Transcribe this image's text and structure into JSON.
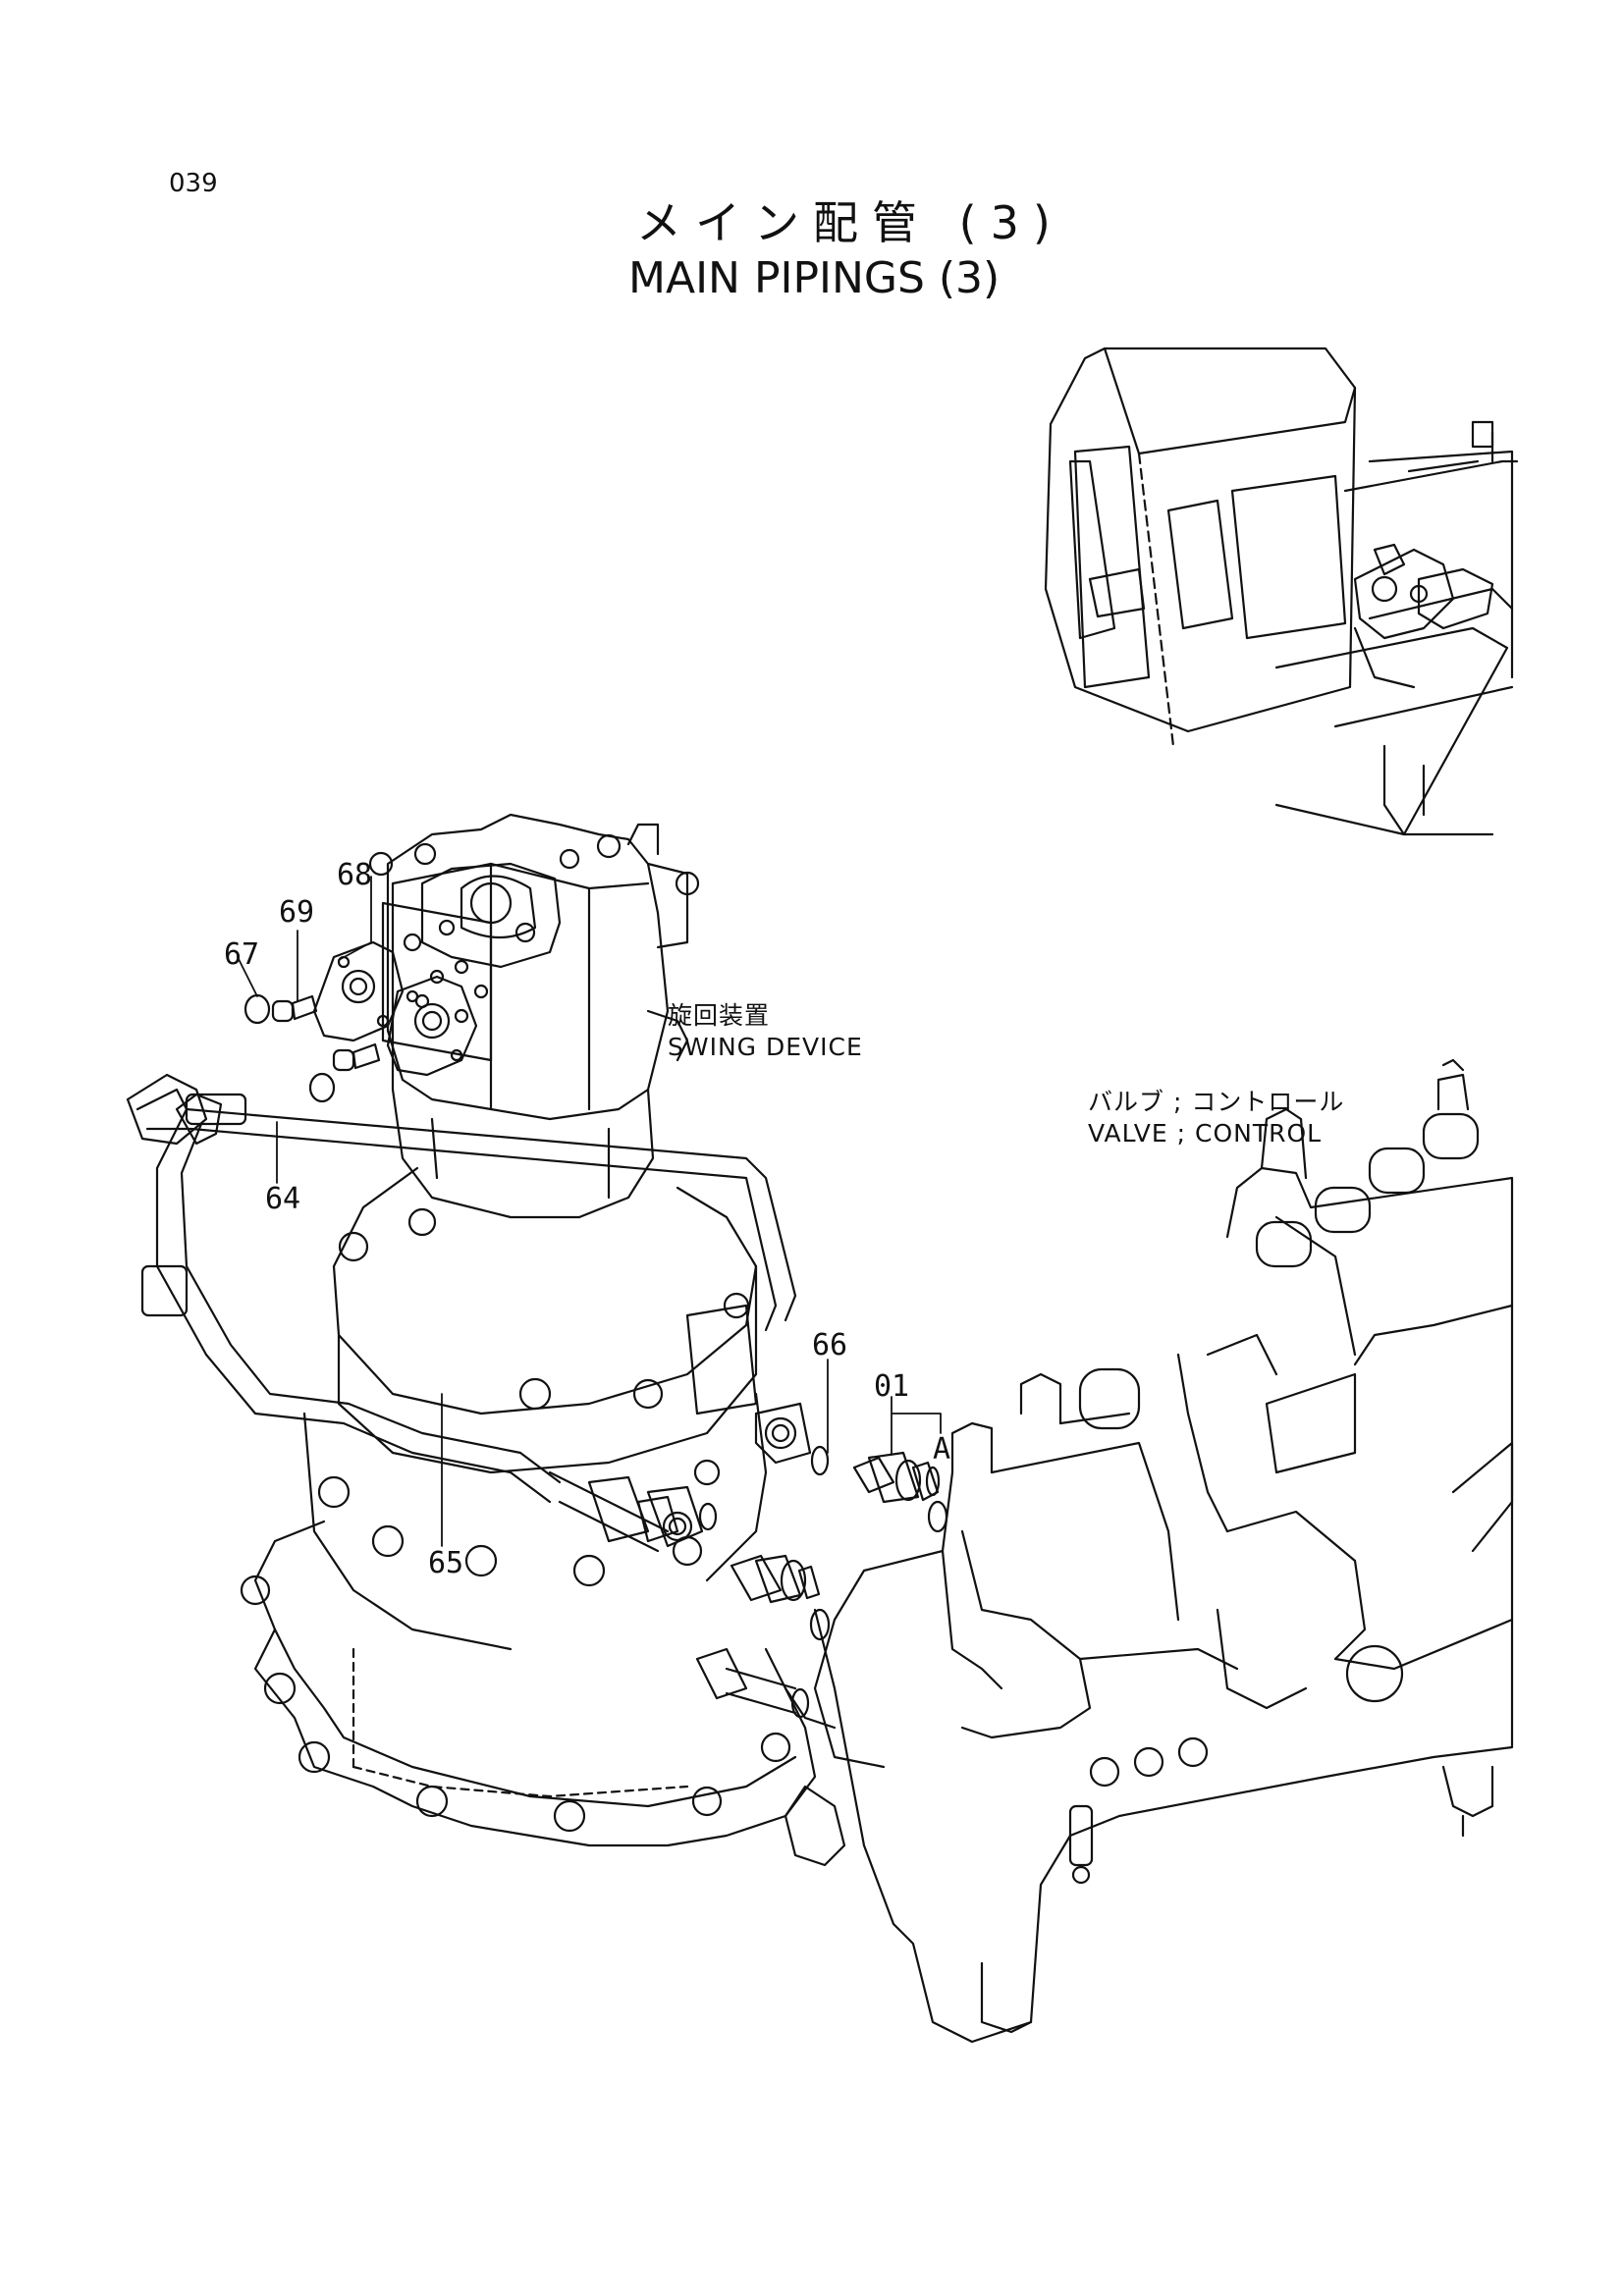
{
  "page_number": "039",
  "title_jp": "メイン配管 (3)",
  "title_en": "MAIN PIPINGS (3)",
  "captions": {
    "swing_jp": "旋回装置",
    "swing_en": "SWING DEVICE",
    "valve_jp": "バルブ ; コントロール",
    "valve_en": "VALVE ; CONTROL"
  },
  "callouts": [
    "68",
    "69",
    "67",
    "64",
    "65",
    "66",
    "01",
    "A"
  ]
}
